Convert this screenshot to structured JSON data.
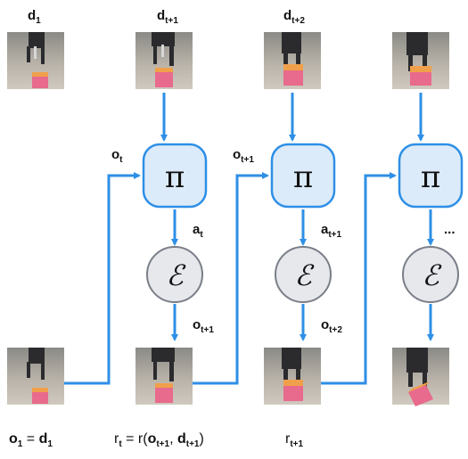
{
  "colors": {
    "arrow": "#2e8fe6",
    "policy_fill": "#dcebf9",
    "policy_stroke": "#2e8fe6",
    "env_fill": "#e6e8ec",
    "env_stroke": "#7a7f88",
    "floor": "#c9c3b8",
    "cube": "#e86a8c",
    "cube_top": "#f0a04a",
    "robot": "#2b2b2e"
  },
  "policy_symbol": "π",
  "env_symbol": "ℰ",
  "ellipsis": "...",
  "top_labels": [
    {
      "main": "d",
      "sub": "1"
    },
    {
      "main": "d",
      "sub": "t+1"
    },
    {
      "main": "d",
      "sub": "t+2"
    }
  ],
  "obs_labels": [
    {
      "main": "o",
      "sub": "t"
    },
    {
      "main": "o",
      "sub": "t+1"
    }
  ],
  "action_labels": [
    {
      "main": "a",
      "sub": "t"
    },
    {
      "main": "a",
      "sub": "t+1"
    }
  ],
  "next_obs_labels": [
    {
      "main": "o",
      "sub": "t+1"
    },
    {
      "main": "o",
      "sub": "t+2"
    }
  ],
  "bottom_captions": {
    "first": {
      "o": "o",
      "o_sub": "1",
      "eq": " = ",
      "d": "d",
      "d_sub": "1"
    },
    "second": {
      "r": "r",
      "r_sub": "t",
      "eq": " = r(",
      "o": "o",
      "o_sub": "t+1",
      "comma": ", ",
      "d": "d",
      "d_sub": "t+1",
      "close": ")"
    },
    "third": {
      "r": "r",
      "r_sub": "t+1"
    }
  }
}
